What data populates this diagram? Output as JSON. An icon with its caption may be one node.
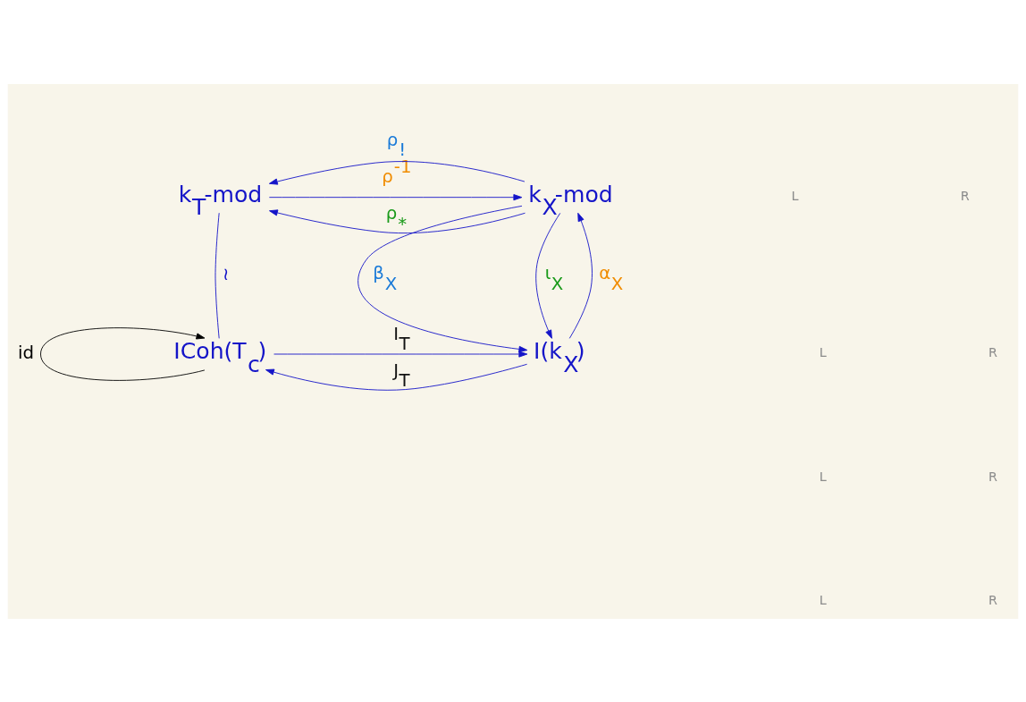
{
  "diagram": {
    "nodes": [
      {
        "text": [
          "k$_{T}$-mod"
        ]
      },
      {
        "text": [
          "k$_{X}$-mod"
        ]
      },
      {
        "text": [
          "ICoh(T$_{c}$)"
        ]
      },
      {
        "text": [
          "I(k$_{X}$)"
        ]
      }
    ],
    "edges": [
      {
        "from": 1,
        "to": 0,
        "arrow": "to",
        "label": "ρ$_{!}$"
      },
      {
        "from": 0,
        "to": 1,
        "arrow": "to",
        "label": "ρ$^{-1}$"
      },
      {
        "from": 1,
        "to": 0,
        "arrow": "to",
        "label": "ρ$_{*}$"
      },
      {
        "from": 0,
        "to": 2,
        "arrow": "none",
        "label": "≀"
      },
      {
        "from": 1,
        "to": 3,
        "arrow": "to",
        "label": "β$_{X}$"
      },
      {
        "from": 3,
        "to": 1,
        "arrow": "to",
        "label": "α$_{X}$"
      },
      {
        "from": 1,
        "to": 3,
        "arrow": "to",
        "label": "ι$_{X}$"
      },
      {
        "from": 2,
        "to": 2,
        "arrow": "to",
        "label": "id",
        "color": "#000000"
      },
      {
        "from": 2,
        "to": 3,
        "arrow": "to",
        "label": "I$_{T}$"
      },
      {
        "from": 3,
        "to": 2,
        "arrow": "to",
        "label": "J$_{T}$"
      }
    ],
    "labels": [
      "L",
      "R",
      "L",
      "R",
      "L",
      "R",
      "L",
      "R"
    ]
  }
}
